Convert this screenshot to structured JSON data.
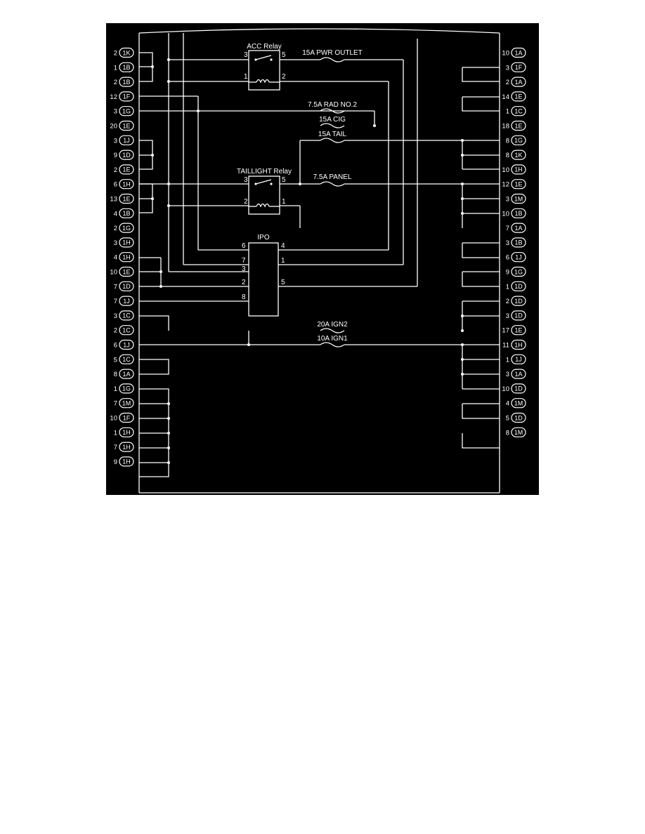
{
  "labels": {
    "acc_relay": "ACC Relay",
    "taillight_relay": "TAILLIGHT Relay",
    "ipo": "IPO"
  },
  "fuses": {
    "pwr_outlet": "15A PWR OUTLET",
    "rad_no2": "7.5A RAD NO.2",
    "cig": "15A CIG",
    "tail": "15A TAIL",
    "panel": "7.5A PANEL",
    "ign2": "20A IGN2",
    "ign1": "10A IGN1"
  },
  "acc_pins": {
    "p3": "3",
    "p5": "5",
    "p1": "1",
    "p2": "2"
  },
  "tail_pins": {
    "p3": "3",
    "p5": "5",
    "p2": "2",
    "p1": "1"
  },
  "ipo_pins": {
    "l6": "6",
    "l7": "7",
    "l3": "3",
    "l2": "2",
    "l8": "8",
    "r4": "4",
    "r1": "1",
    "r5": "5"
  },
  "left_connectors": [
    {
      "pin": "2",
      "conn": "1K"
    },
    {
      "pin": "1",
      "conn": "1B"
    },
    {
      "pin": "2",
      "conn": "1B"
    },
    {
      "pin": "12",
      "conn": "1F"
    },
    {
      "pin": "3",
      "conn": "1G"
    },
    {
      "pin": "20",
      "conn": "1E"
    },
    {
      "pin": "3",
      "conn": "1J"
    },
    {
      "pin": "9",
      "conn": "1D"
    },
    {
      "pin": "2",
      "conn": "1E"
    },
    {
      "pin": "6",
      "conn": "1H"
    },
    {
      "pin": "13",
      "conn": "1E"
    },
    {
      "pin": "4",
      "conn": "1B"
    },
    {
      "pin": "2",
      "conn": "1G"
    },
    {
      "pin": "3",
      "conn": "1H"
    },
    {
      "pin": "4",
      "conn": "1H"
    },
    {
      "pin": "10",
      "conn": "1E"
    },
    {
      "pin": "7",
      "conn": "1D"
    },
    {
      "pin": "7",
      "conn": "1J"
    },
    {
      "pin": "3",
      "conn": "1C"
    },
    {
      "pin": "2",
      "conn": "1C"
    },
    {
      "pin": "6",
      "conn": "1J"
    },
    {
      "pin": "5",
      "conn": "1C"
    },
    {
      "pin": "8",
      "conn": "1A"
    },
    {
      "pin": "1",
      "conn": "1G"
    },
    {
      "pin": "7",
      "conn": "1M"
    },
    {
      "pin": "10",
      "conn": "1F"
    },
    {
      "pin": "1",
      "conn": "1H"
    },
    {
      "pin": "7",
      "conn": "1H"
    },
    {
      "pin": "9",
      "conn": "1H"
    }
  ],
  "right_connectors": [
    {
      "pin": "10",
      "conn": "1A"
    },
    {
      "pin": "3",
      "conn": "1F"
    },
    {
      "pin": "2",
      "conn": "1A"
    },
    {
      "pin": "14",
      "conn": "1E"
    },
    {
      "pin": "1",
      "conn": "1C"
    },
    {
      "pin": "18",
      "conn": "1E"
    },
    {
      "pin": "8",
      "conn": "1G"
    },
    {
      "pin": "8",
      "conn": "1K"
    },
    {
      "pin": "10",
      "conn": "1H"
    },
    {
      "pin": "12",
      "conn": "1E"
    },
    {
      "pin": "3",
      "conn": "1M"
    },
    {
      "pin": "10",
      "conn": "1B"
    },
    {
      "pin": "7",
      "conn": "1A"
    },
    {
      "pin": "3",
      "conn": "1B"
    },
    {
      "pin": "6",
      "conn": "1J"
    },
    {
      "pin": "9",
      "conn": "1G"
    },
    {
      "pin": "1",
      "conn": "1D"
    },
    {
      "pin": "2",
      "conn": "1D"
    },
    {
      "pin": "3",
      "conn": "1D"
    },
    {
      "pin": "17",
      "conn": "1E"
    },
    {
      "pin": "11",
      "conn": "1H"
    },
    {
      "pin": "1",
      "conn": "1J"
    },
    {
      "pin": "3",
      "conn": "1A"
    },
    {
      "pin": "10",
      "conn": "1D"
    },
    {
      "pin": "4",
      "conn": "1M"
    },
    {
      "pin": "5",
      "conn": "1D"
    },
    {
      "pin": "8",
      "conn": "1M"
    }
  ]
}
